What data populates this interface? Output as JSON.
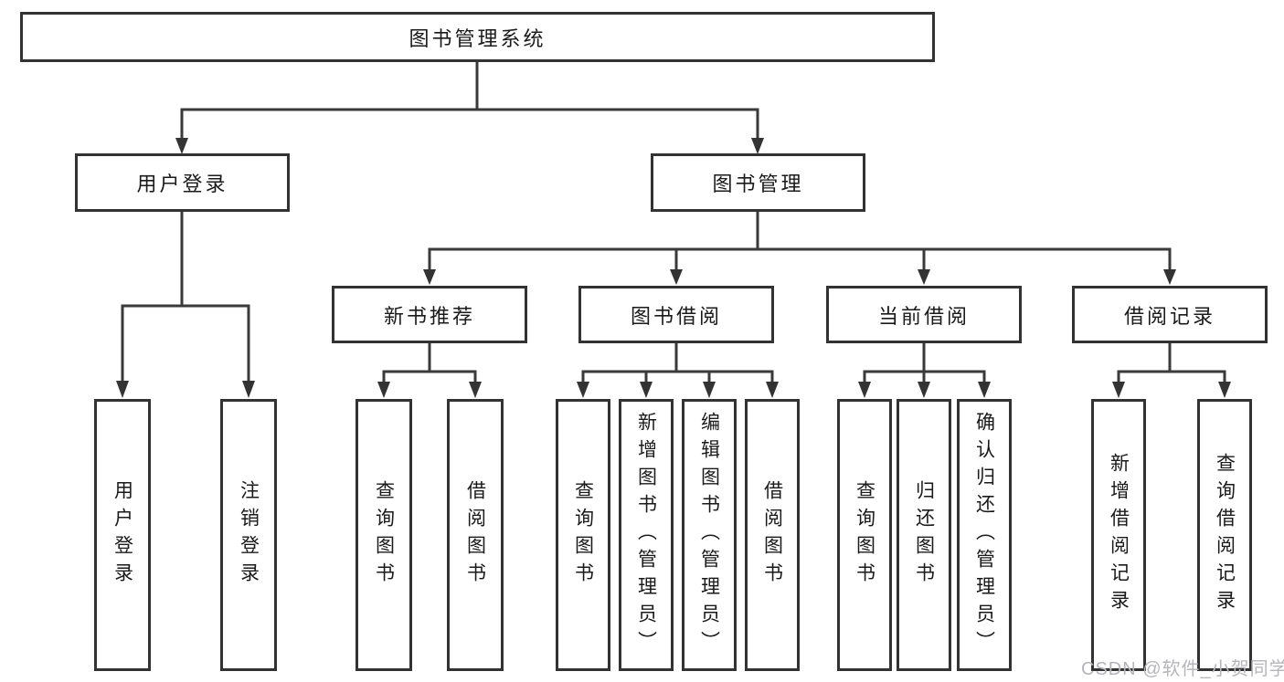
{
  "diagram": {
    "root": {
      "label": "图书管理系统"
    },
    "level2": [
      {
        "label": "用户登录"
      },
      {
        "label": "图书管理"
      }
    ],
    "level3": [
      {
        "label": "新书推荐"
      },
      {
        "label": "图书借阅"
      },
      {
        "label": "当前借阅"
      },
      {
        "label": "借阅记录"
      }
    ],
    "leaves": {
      "user": [
        {
          "label": "用户登录"
        },
        {
          "label": "注销登录"
        }
      ],
      "recommend": [
        {
          "label": "查询图书"
        },
        {
          "label": "借阅图书"
        }
      ],
      "borrow": [
        {
          "label": "查询图书"
        },
        {
          "label": "新增图书（管理员）"
        },
        {
          "label": "编辑图书（管理员）"
        },
        {
          "label": "借阅图书"
        }
      ],
      "current": [
        {
          "label": "查询图书"
        },
        {
          "label": "归还图书"
        },
        {
          "label": "确认归还（管理员）"
        }
      ],
      "records": [
        {
          "label": "新增借阅记录"
        },
        {
          "label": "查询借阅记录"
        }
      ]
    }
  },
  "watermark": {
    "label": "CSDN @软件_小贺同学"
  },
  "colors": {
    "line": "#3a3a3a",
    "box_border": "#333333",
    "text": "#1a1a1a",
    "watermark": "#b6b6ba",
    "background": "#ffffff"
  }
}
